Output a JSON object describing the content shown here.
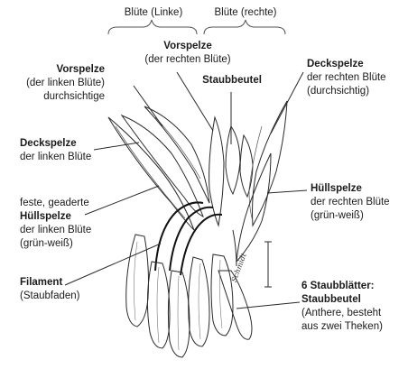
{
  "brackets": {
    "left": "Blüte (Linke)",
    "right": "Blüte (rechte)"
  },
  "labels": {
    "vorspelze_right": {
      "title": "Vorspelze",
      "line1": "(der rechten Blüte)"
    },
    "vorspelze_left": {
      "title": "Vorspelze",
      "line1": "(der linken Blüte)",
      "line2": "durchsichtige"
    },
    "staubbeutel_top": {
      "title": "Staubbeutel"
    },
    "deckspelze_right": {
      "title": "Deckspelze",
      "line1": "der rechten Blüte",
      "line2": "(durchsichtig)"
    },
    "deckspelze_left": {
      "title": "Deckspelze",
      "line1": "der linken Blüte"
    },
    "huellspelze_right": {
      "title": "Hüllspelze",
      "line1": "der rechten Blüte",
      "line2": "(grün-weiß)"
    },
    "huellspelze_left": {
      "pre": "feste, geaderte",
      "title": "Hüllspelze",
      "line1": "der linken Blüte",
      "line2": "(grün-weiß)"
    },
    "filament": {
      "title": "Filament",
      "line1": "(Staubfaden)"
    },
    "staubblaetter": {
      "title1": "6 Staubblätter:",
      "title2": "Staubbeutel",
      "line1": "(Anthere, besteht",
      "line2": "aus zwei Theken)"
    }
  },
  "signature": "Schmidt",
  "colors": {
    "ink": "#1a1a1a",
    "line": "#2a2a2a"
  }
}
